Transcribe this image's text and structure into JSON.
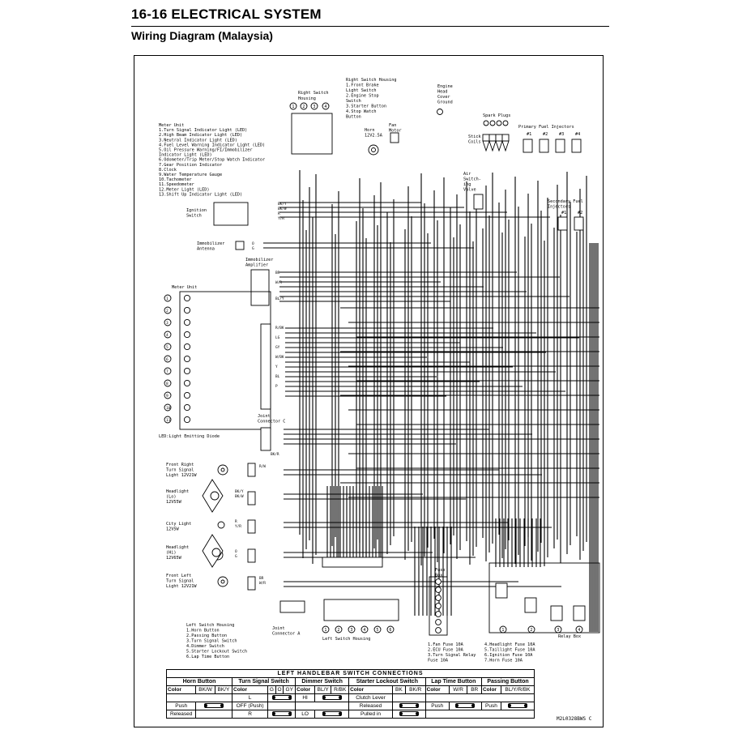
{
  "header": {
    "section": "16-16 ELECTRICAL SYSTEM",
    "subtitle": "Wiring Diagram (Malaysia)"
  },
  "labels": {
    "right_switch_housing": [
      "Right Switch",
      "Housing"
    ],
    "right_switch_list": [
      "Right Switch Housing",
      "1.Front Brake",
      "Light Switch",
      "2.Engine Stop",
      "Switch",
      "3.Starter Button",
      "4.Stop Watch",
      "Button"
    ],
    "engine_ground": [
      "Engine",
      "Head",
      "Cover",
      "Ground"
    ],
    "horn": [
      "Horn",
      "12V2.5A"
    ],
    "fan_motor": [
      "Fan",
      "Motor"
    ],
    "spark_plugs": "Spark Plugs",
    "stick_coils": [
      "Stick",
      "Coils"
    ],
    "primary_injectors": "Primary Fuel Injectors",
    "injector_numbers": [
      "#1",
      "#2",
      "#3",
      "#4"
    ],
    "air_switching_valve": [
      "Air",
      "Switch-",
      "ing",
      "Valve"
    ],
    "secondary_injectors": [
      "Secondary Fuel",
      "Injectors"
    ],
    "secondary_numbers": [
      "#1",
      "#2"
    ],
    "meter_unit_list": [
      "Meter Unit",
      "1.Turn Signal Indicator Light (LED)",
      "2.High Beam Indicator Light (LED)",
      "3.Neutral Indicator Light (LED)",
      "4.Fuel Level Warning Indicator Light (LED)",
      "5.Oil Pressure Warning/FI/Immobilizer",
      "  Indicator Light (LED)",
      "6.Odometer/Trip Meter/Stop Watch Indicator",
      "7.Gear Position Indicator",
      "8.Clock",
      "9.Water Temperature Gauge",
      "10.Tachometer",
      "11.Speedometer",
      "12.Meter Light (LED)",
      "13.Shift Up Indicator Light (LED)"
    ],
    "ignition_switch": [
      "Ignition",
      "Switch"
    ],
    "immobilizer_antenna": [
      "Immobilizer",
      "Antenna"
    ],
    "immobilizer_amplifier": [
      "Immobilizer",
      "Amplifier"
    ],
    "meter_unit": "Meter Unit",
    "led_note": "LED:Light Emitting Diode",
    "joint_connector_c": [
      "Joint",
      "Connector C"
    ],
    "front_right_turn": [
      "Front Right",
      "Turn Signal",
      "Light 12V21W"
    ],
    "headlight_lo": [
      "Headlight",
      "(Lo)",
      "12V55W"
    ],
    "city_light": [
      "City Light",
      "12V5W"
    ],
    "headlight_hi": [
      "Headlight",
      "(Hi)",
      "12V65W"
    ],
    "front_left_turn": [
      "Front Left",
      "Turn Signal",
      "Light 12V21W"
    ],
    "left_switch_list": [
      "Left Switch Housing",
      "1.Horn Button",
      "2.Passing Button",
      "3.Turn Signal Switch",
      "4.Dimmer Switch",
      "5.Starter Lockout Switch",
      "6.Lap Time Button"
    ],
    "joint_connector_a": [
      "Joint",
      "Connector A"
    ],
    "left_switch_housing": "Left Switch Housing",
    "fuse_box": [
      "Fuse",
      "Box"
    ],
    "fuse_list": [
      "1.Fan Fuse 10A",
      "2.ECU Fuse 10A",
      "3.Turn Signal Relay",
      "  Fuse 10A"
    ],
    "fuse_list_2": [
      "4.Headlight Fuse 10A",
      "5.Taillight Fuse 10A",
      "6.Ignition Fuse 10A",
      "7.Horn Fuse 10A"
    ],
    "relay_box": "Relay Box",
    "wire_colors": [
      "BK/Y",
      "BK/W",
      "R",
      "Y/R",
      "O",
      "G",
      "BR",
      "W/R",
      "BL/Y",
      "R/BK",
      "LG",
      "GY",
      "W/BK",
      "Y",
      "BL",
      "P",
      "BK/R",
      "R/W"
    ],
    "code": "M2L0328BWS C"
  },
  "table": {
    "title": "LEFT HANDLEBAR SWITCH CONNECTIONS",
    "groups": [
      "Horn Button",
      "Turn Signal Switch",
      "Dimmer Switch",
      "Starter Lockout Switch",
      "Lap Time Button",
      "Passing Button"
    ],
    "color_label": "Color",
    "horn_colors": [
      "BK/W",
      "BK/Y"
    ],
    "turn_colors": [
      "G",
      "O",
      "GY"
    ],
    "dimmer_colors": [
      "BL/Y",
      "R/BK"
    ],
    "lockout_colors": [
      "BK",
      "BK/R"
    ],
    "lap_colors": [
      "W/R",
      "BR"
    ],
    "passing_colors": [
      "BL/Y",
      "R/BK"
    ],
    "rows": {
      "r1": [
        "",
        "L",
        "HI",
        "Clutch Lever"
      ],
      "r2": [
        "Push",
        "OFF (Push)",
        "",
        "Released",
        "Push",
        "Push"
      ],
      "r3": [
        "Released",
        "R",
        "LO",
        "Pulled in"
      ]
    }
  }
}
